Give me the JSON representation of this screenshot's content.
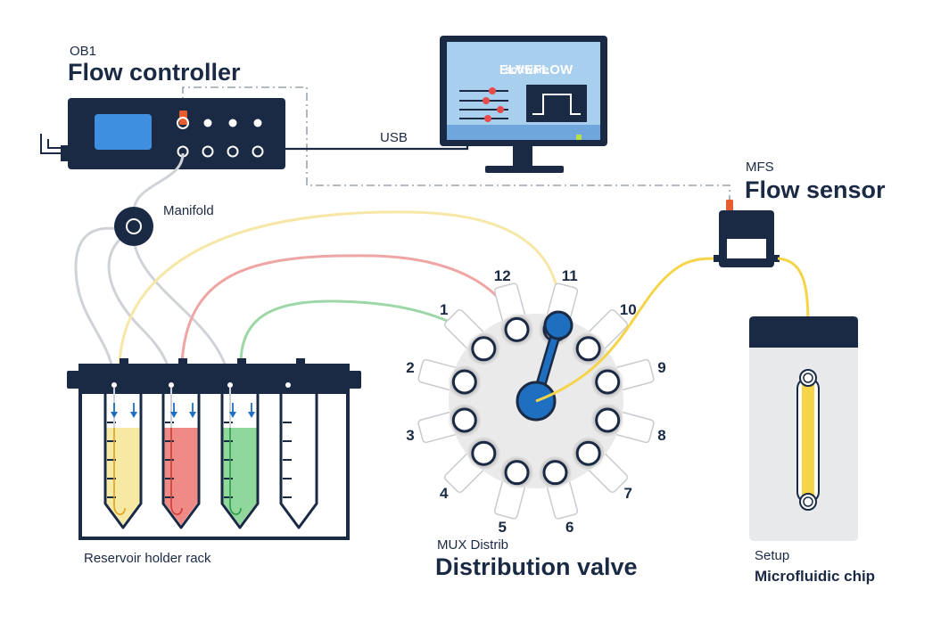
{
  "flow_controller": {
    "model": "OB1",
    "title": "Flow controller"
  },
  "usb_label": "USB",
  "software": {
    "brand": "ELVEFLOW",
    "name": "software"
  },
  "manifold_label": "Manifold",
  "flow_sensor": {
    "model": "MFS",
    "title": "Flow sensor"
  },
  "reservoir_label": "Reservoir holder rack",
  "valve": {
    "model": "MUX Distrib",
    "title": "Distribution valve",
    "ports": [
      "1",
      "2",
      "3",
      "4",
      "5",
      "6",
      "7",
      "8",
      "9",
      "10",
      "11",
      "12"
    ]
  },
  "chip": {
    "model": "Setup",
    "title": "Microfluidic chip"
  },
  "colors": {
    "navy": "#1b2a44",
    "yellow": "#f5d44a",
    "red": "#f08a86",
    "green": "#7fd08f",
    "accent_blue": "#1f6fc0",
    "screen_blue": "#6fa7dc",
    "orange": "#e85d2e"
  }
}
